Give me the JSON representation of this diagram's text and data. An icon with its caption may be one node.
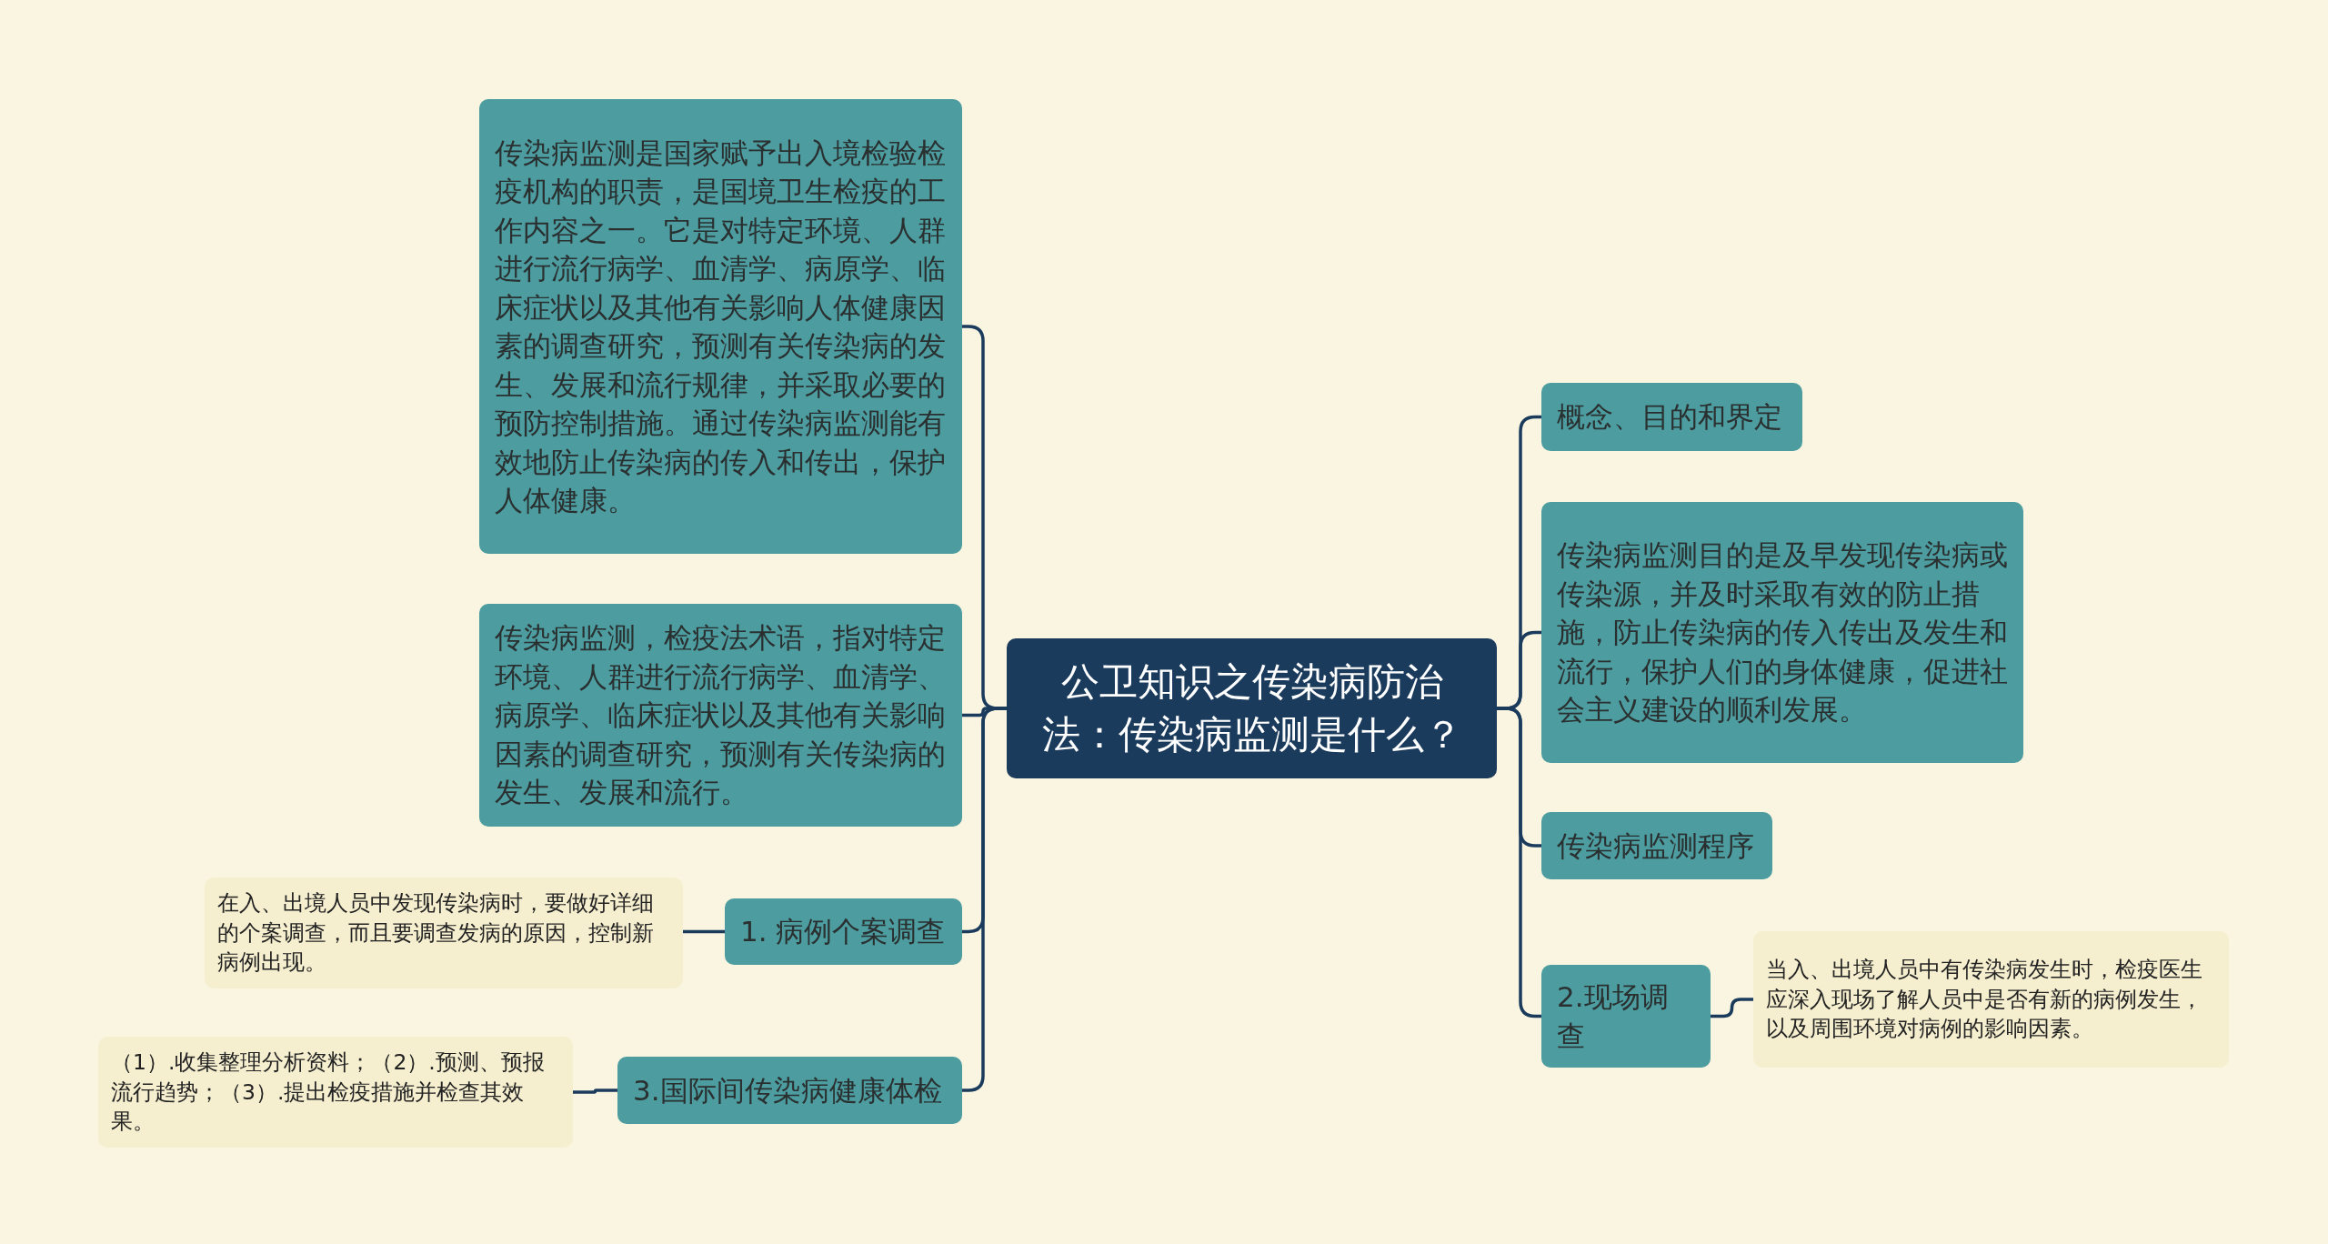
{
  "diagram": {
    "nodes": [
      {
        "text": [
          "公卫知识之传染病防治法：传染病监测是什么？"
        ]
      },
      {
        "text": [
          "传染病监测是国家赋予出入境检验检疫机构的职责，是国境卫生检疫的工作内容之一。它是对特定环境、人群进行流行病学、血清学、病原学、临床症状以及其他有关影响人体健康因素的调查研究，预测有关传染病的发生、发展和流行规律，并采取必要的预防控制措施。通过传染病监测能有效地防止传染病的传入和传出，保护人体健康。"
        ]
      },
      {
        "text": [
          "传染病监测，检疫法术语，指对特定环境、人群进行流行病学、血清学、病原学、临床症状以及其他有关影响因素的调查研究，预测有关传染病的发生、发展和流行。"
        ]
      },
      {
        "text": [
          "1. 病例个案调查"
        ]
      },
      {
        "text": [
          "在入、出境人员中发现传染病时，要做好详细的个案调查，而且要调查发病的原因，控制新病例出现。"
        ]
      },
      {
        "text": [
          "3.国际间传染病健康体检"
        ]
      },
      {
        "text": [
          "（1）.收集整理分析资料；（2）.预测、预报流行趋势；（3）.提出检疫措施并检查其效果。"
        ]
      },
      {
        "text": [
          "概念、目的和界定"
        ]
      },
      {
        "text": [
          "传染病监测目的是及早发现传染病或传染源，并及时采取有效的防止措施，防止传染病的传入传出及发生和流行，保护人们的身体健康，促进社会主义建设的顺利发展。"
        ]
      },
      {
        "text": [
          "传染病监测程序"
        ]
      },
      {
        "text": [
          "2.现场调查"
        ]
      },
      {
        "text": [
          "当入、出境人员中有传染病发生时，检疫医生应深入现场了解人员中是否有新的病例发生，以及周围环境对病例的影响因素。"
        ]
      }
    ],
    "edges": [
      {
        "from": 0,
        "to": 1,
        "arrow": "none"
      },
      {
        "from": 0,
        "to": 2,
        "arrow": "none"
      },
      {
        "from": 0,
        "to": 3,
        "arrow": "none"
      },
      {
        "from": 3,
        "to": 4,
        "arrow": "none"
      },
      {
        "from": 0,
        "to": 5,
        "arrow": "none"
      },
      {
        "from": 5,
        "to": 6,
        "arrow": "none"
      },
      {
        "from": 0,
        "to": 7,
        "arrow": "none"
      },
      {
        "from": 0,
        "to": 8,
        "arrow": "none"
      },
      {
        "from": 0,
        "to": 9,
        "arrow": "none"
      },
      {
        "from": 0,
        "to": 10,
        "arrow": "none"
      },
      {
        "from": 10,
        "to": 11,
        "arrow": "none"
      }
    ]
  }
}
